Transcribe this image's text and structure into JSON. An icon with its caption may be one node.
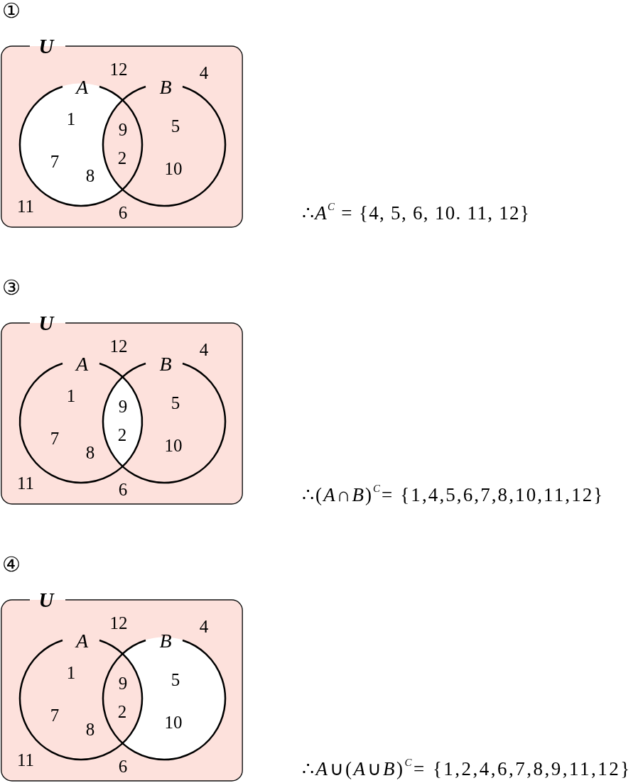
{
  "diagram": {
    "nodes": [
      {
        "text": [
          "U"
        ]
      },
      {
        "text": [
          "A"
        ],
        "in": 0
      },
      {
        "text": [
          "B"
        ],
        "in": 0
      },
      {
        "text": [
          "U"
        ]
      },
      {
        "text": [
          "A"
        ],
        "in": 3
      },
      {
        "text": [
          "B"
        ],
        "in": 3
      },
      {
        "text": [
          "U"
        ]
      },
      {
        "text": [
          "A"
        ],
        "in": 6
      },
      {
        "text": [
          "B"
        ],
        "in": 6
      }
    ],
    "labels": [
      "①",
      "12",
      "4",
      "1",
      "9",
      "5",
      "7",
      "2",
      "10",
      "8",
      "11",
      "6",
      "∴*A*$^{C}$ = {4, 5, 6, 10. 11, 12}",
      "③",
      "12",
      "4",
      "1",
      "9",
      "5",
      "7",
      "2",
      "10",
      "8",
      "11",
      "6",
      "∴(*A*∩*B*)$^{C}$= {1,4,5,6,7,8,10,11,12}",
      "④",
      "12",
      "4",
      "1",
      "9",
      "5",
      "7",
      "2",
      "10",
      "8",
      "11",
      "6",
      "∴*A*∪(*A*∪*B*)$^{C}$= {1,2,4,6,7,8,9,11,12}"
    ]
  }
}
